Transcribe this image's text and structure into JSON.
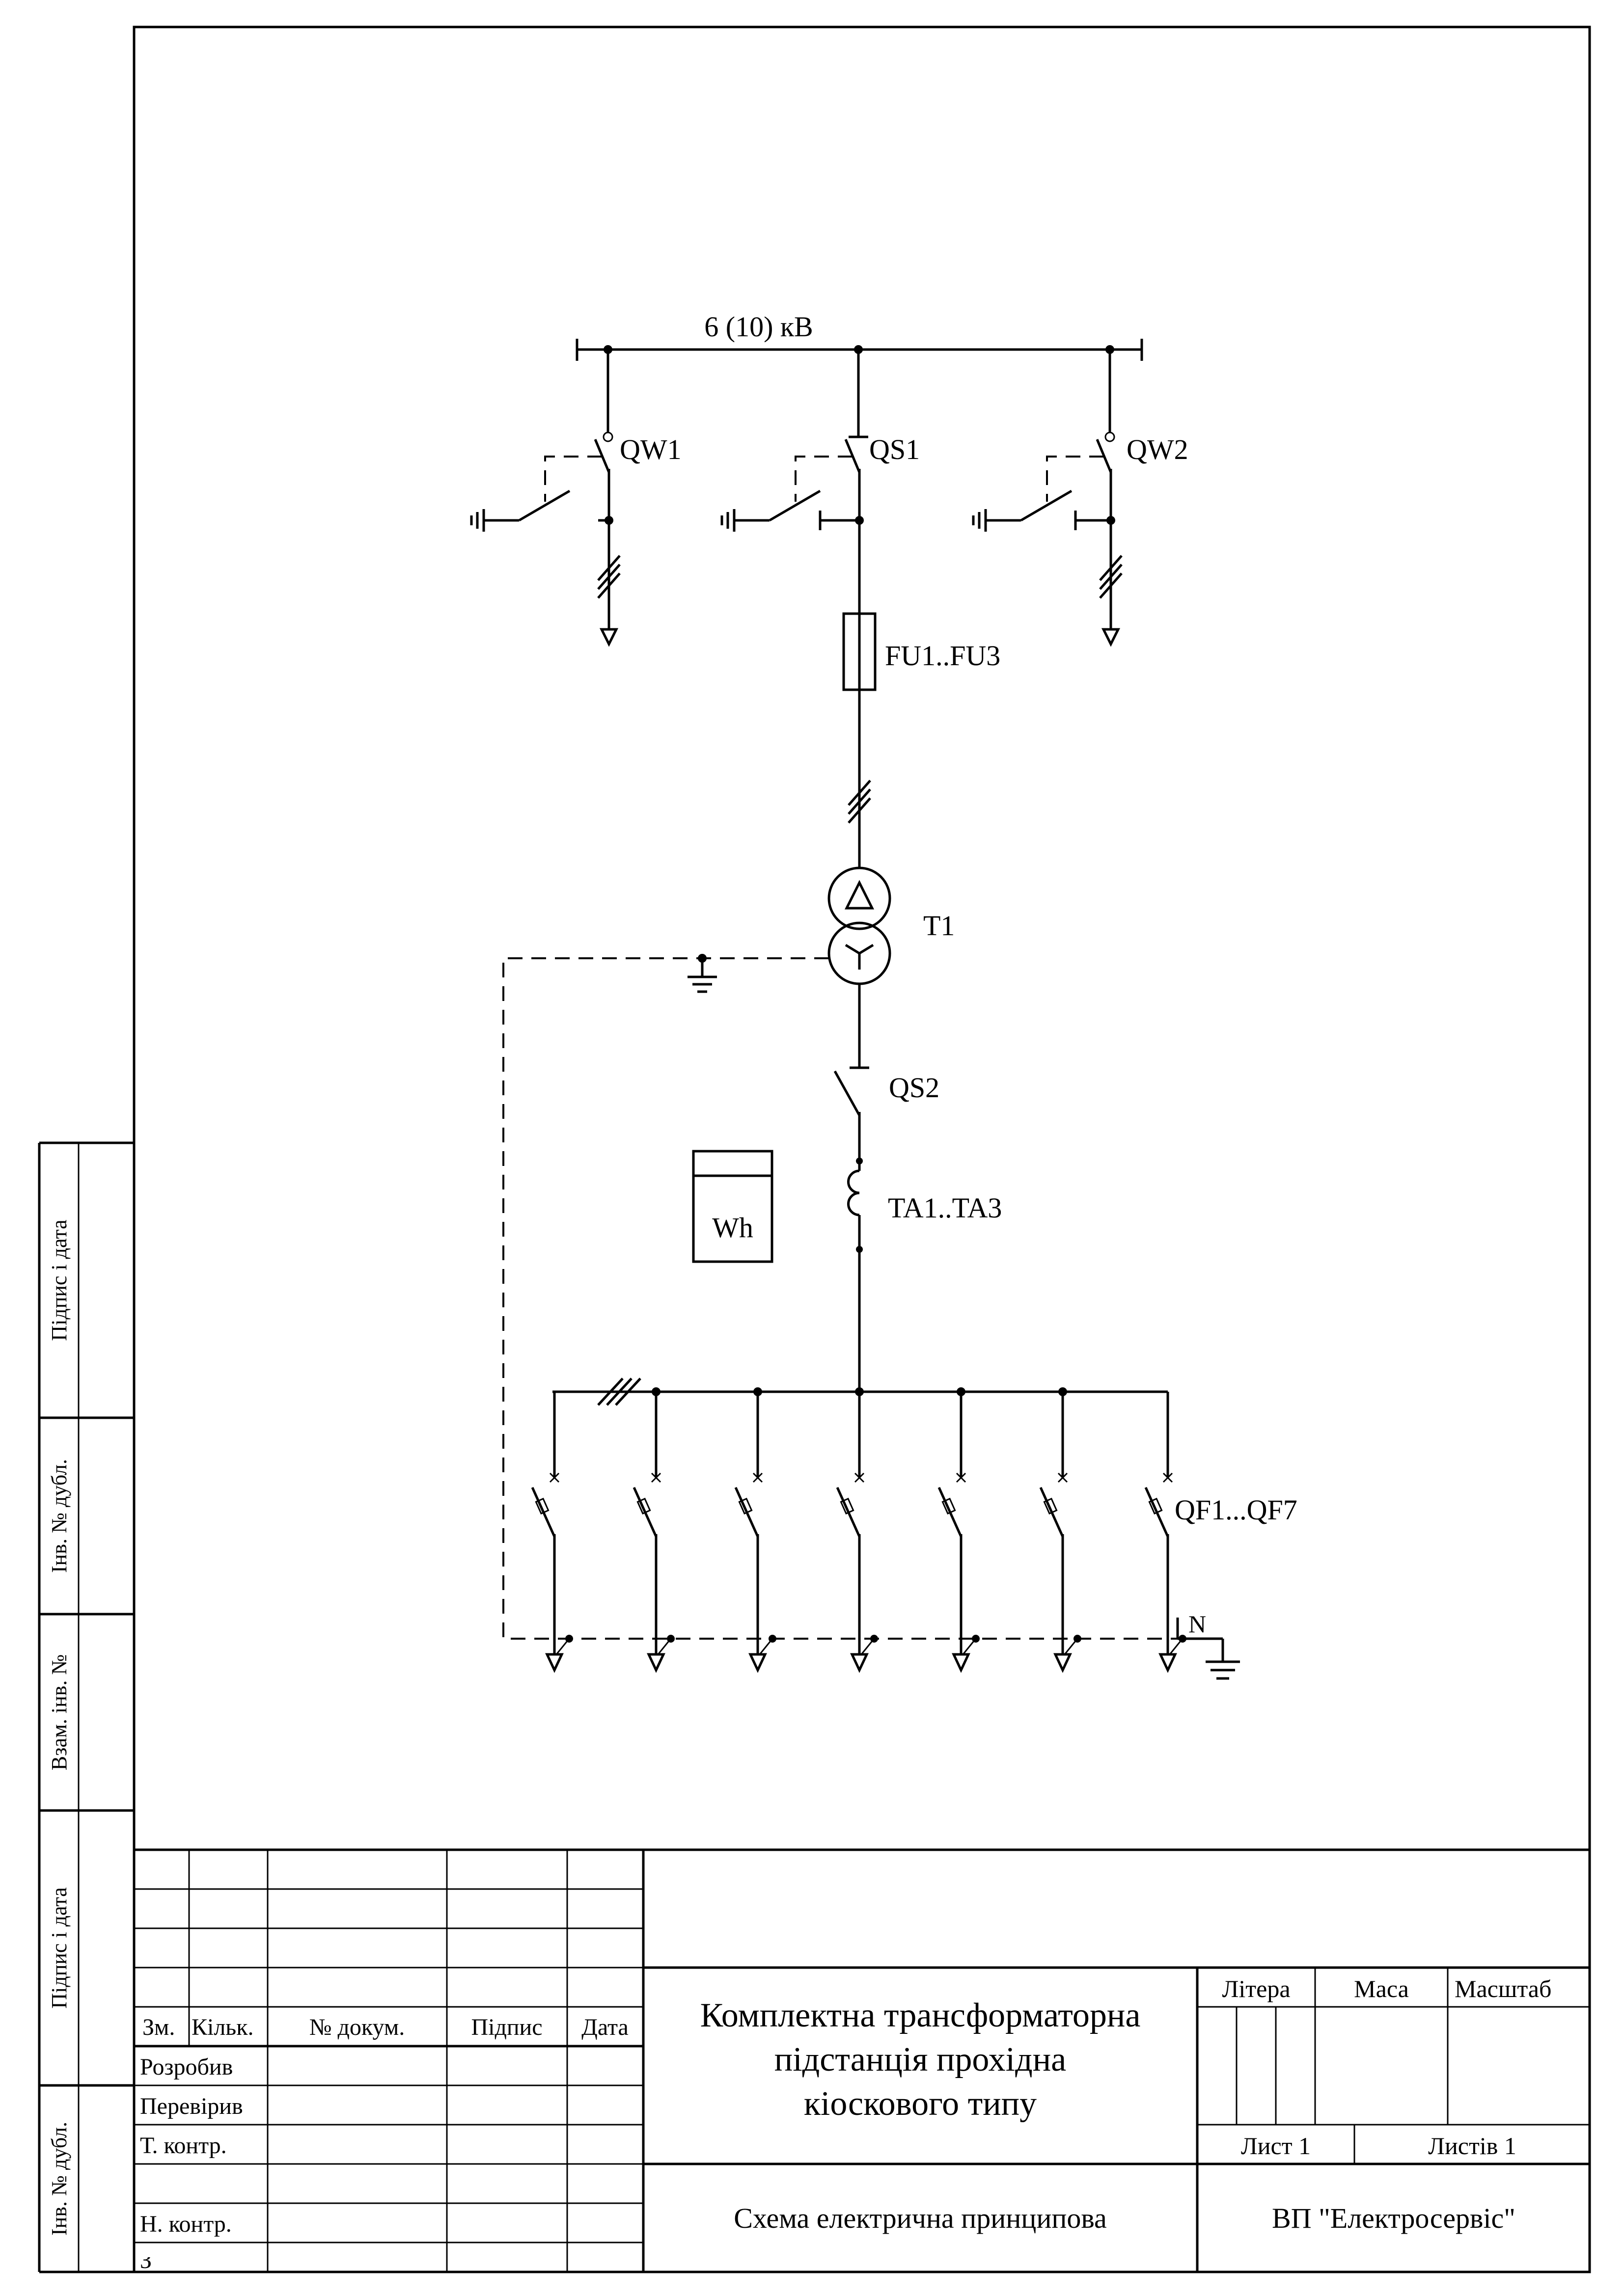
{
  "schematic": {
    "bus_hv_label": "6 (10) кВ",
    "qw1": "QW1",
    "qs1": "QS1",
    "qw2": "QW2",
    "fu": "FU1..FU3",
    "t1": "T1",
    "qs2": "QS2",
    "meter": "Wh",
    "ta": "TA1..TA3",
    "qf": "QF1...QF7",
    "neutral": "N"
  },
  "side_stamp": {
    "field1": "Підпис і дата",
    "field2": "Інв. № дубл.",
    "field3": "Взам. інв. №",
    "field4": "Підпис і дата",
    "field5": "Інв. № дубл."
  },
  "title_block": {
    "headers": {
      "zm": "Зм.",
      "kilk": "Кільк.",
      "dokum": "№ докум.",
      "pidpys": "Підпис",
      "data": "Дата"
    },
    "roles": {
      "rozrobyv": "Розробив",
      "pereviryv": "Перевірив",
      "t_kontr": "Т. контр.",
      "n_kontr": "Н. контр.",
      "partial": "З"
    },
    "title_line1": "Комплектна трансформаторна",
    "title_line2": "підстанція прохідна",
    "title_line3": "кіоскового типу",
    "litera": "Літера",
    "masa": "Маса",
    "masshtab": "Масштаб",
    "lyst": "Лист 1",
    "lystiv": "Листів 1",
    "doc_type": "Схема електрична принципова",
    "organization": "ВП \"Електросервіс\""
  }
}
